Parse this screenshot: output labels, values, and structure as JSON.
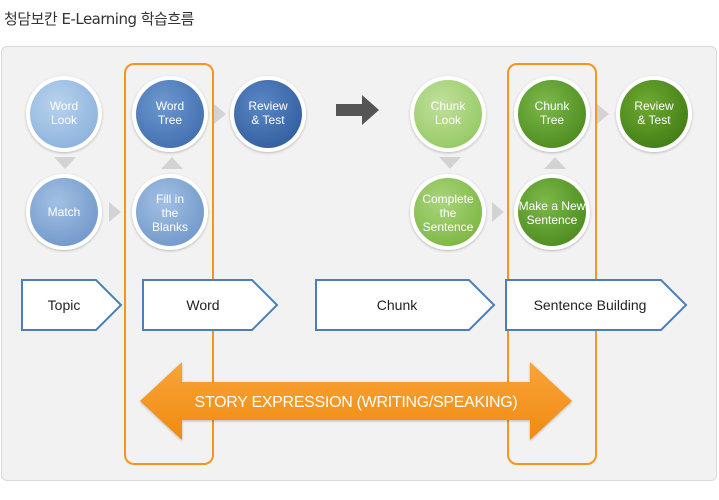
{
  "page": {
    "title": "청담보칸 E-Learning 학습흐름"
  },
  "colors": {
    "word_light": "#9ec0e4",
    "word_mid": "#7fa6d3",
    "word_dark": "#4f80bd",
    "word_darkest": "#3c6fae",
    "chunk_light": "#a8d27a",
    "chunk_mid": "#8cc257",
    "chunk_dark": "#5b9b2a",
    "chunk_darkest": "#4f8c1f",
    "stage_border": "#4a7fb8",
    "highlight_orange": "#f7941d",
    "connector_gray": "#d3d3d3",
    "big_arrow_gray": "#555555"
  },
  "circles": {
    "word_look": [
      "Word",
      "Look"
    ],
    "match": [
      "Match"
    ],
    "word_tree": [
      "Word",
      "Tree"
    ],
    "fill_blanks": [
      "Fill in",
      "the",
      "Blanks"
    ],
    "review_test_1": [
      "Review",
      "& Test"
    ],
    "chunk_look": [
      "Chunk",
      "Look"
    ],
    "complete_sentence": [
      "Complete",
      "the",
      "Sentence"
    ],
    "chunk_tree": [
      "Chunk",
      "Tree"
    ],
    "make_sentence": [
      "Make a New",
      "Sentence"
    ],
    "review_test_2": [
      "Review",
      "& Test"
    ]
  },
  "stages": {
    "topic": "Topic",
    "word": "Word",
    "chunk": "Chunk",
    "sentence_building": "Sentence Building"
  },
  "story": {
    "label": "STORY EXPRESSION (WRITING/SPEAKING)"
  }
}
